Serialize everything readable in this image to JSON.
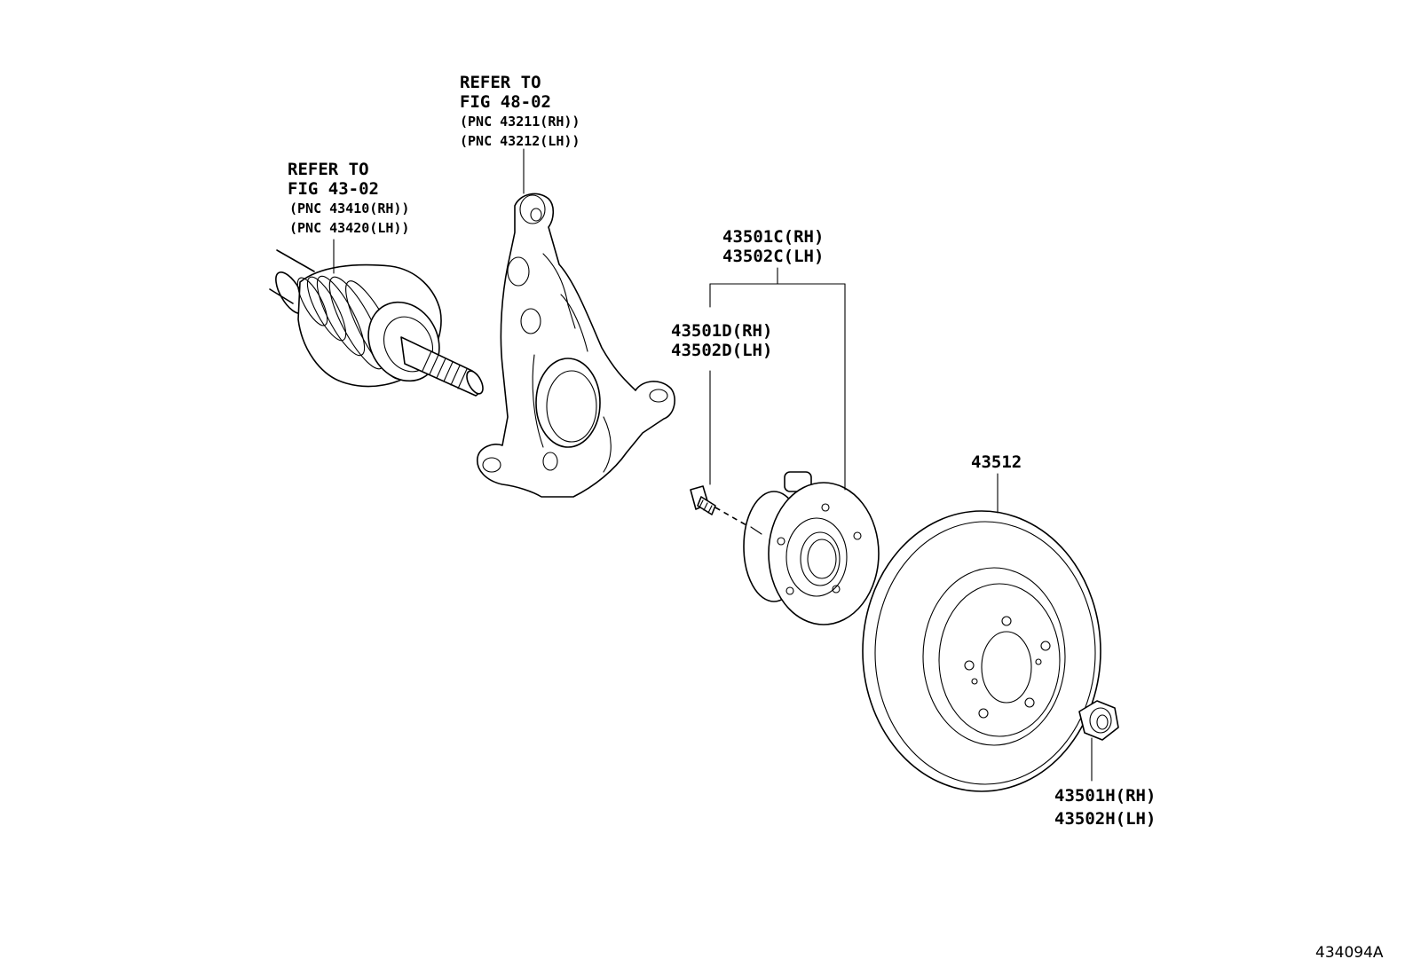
{
  "callouts": {
    "knuckle_ref": {
      "line1": "REFER TO",
      "line2": "FIG 48-02",
      "line3": "(PNC 43211(RH))",
      "line4": "(PNC 43212(LH))"
    },
    "driveshaft_ref": {
      "line1": "REFER TO",
      "line2": "FIG 43-02",
      "line3": "(PNC 43410(RH))",
      "line4": "(PNC 43420(LH))"
    },
    "hub_assy": {
      "rh": "43501C(RH)",
      "lh": "43502C(LH)"
    },
    "hub_bolt": {
      "rh": "43501D(RH)",
      "lh": "43502D(LH)"
    },
    "disc": {
      "part": "43512"
    },
    "nut": {
      "rh": "43501H(RH)",
      "lh": "43502H(LH)"
    }
  },
  "figure_id": "434094A"
}
